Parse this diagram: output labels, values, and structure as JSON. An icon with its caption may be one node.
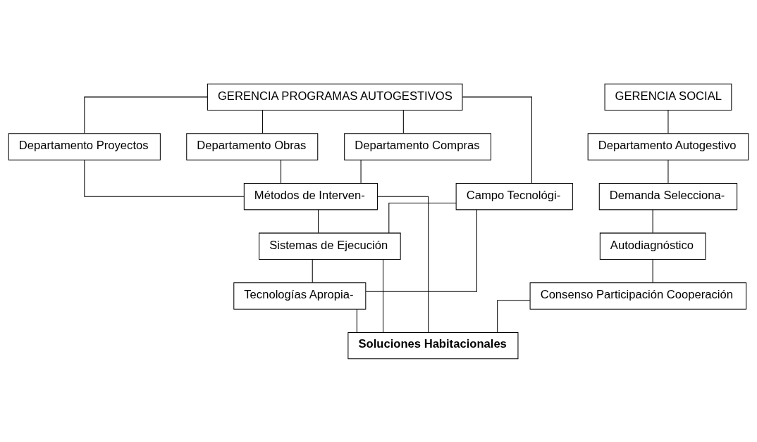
{
  "diagram": {
    "nodes": [
      {
        "text": [
          "GERENCIA SOCIAL"
        ]
      },
      {
        "text": [
          "GERENCIA PROGRAMAS AUTOGESTIVOS"
        ]
      },
      {
        "text": [
          "Departamento Autogestivo"
        ]
      },
      {
        "text": [
          "Departamento Proyectos"
        ]
      },
      {
        "text": [
          "Departamento Obras"
        ]
      },
      {
        "text": [
          "Departamento Compras"
        ]
      },
      {
        "text": [
          "Demanda Selecciona-"
        ]
      },
      {
        "text": [
          "Campo Tecnológi-"
        ]
      },
      {
        "text": [
          "Autodiagnóstico"
        ]
      },
      {
        "text": [
          "Métodos de Interven-"
        ]
      },
      {
        "text": [
          "Consenso Participación Cooperación"
        ]
      },
      {
        "text": [
          "Sistemas de Ejecución"
        ]
      },
      {
        "text": [
          "Tecnologías Apropia-"
        ]
      },
      {
        "text": [
          "Soluciones Habitacionales"
        ]
      }
    ],
    "edges": [
      {
        "from": 0,
        "to": 2,
        "arrow": "none"
      },
      {
        "from": 2,
        "to": 6,
        "arrow": "none"
      },
      {
        "from": 6,
        "to": 8,
        "arrow": "none"
      },
      {
        "from": 8,
        "to": 10,
        "arrow": "none"
      },
      {
        "from": 10,
        "to": 13,
        "arrow": "none"
      },
      {
        "from": 1,
        "to": 3,
        "arrow": "none"
      },
      {
        "from": 1,
        "to": 4,
        "arrow": "none"
      },
      {
        "from": 1,
        "to": 5,
        "arrow": "none"
      },
      {
        "from": 3,
        "to": 9,
        "arrow": "none"
      },
      {
        "from": 4,
        "to": 9,
        "arrow": "none"
      },
      {
        "from": 5,
        "to": 9,
        "arrow": "none"
      },
      {
        "from": 1,
        "to": 7,
        "arrow": "none"
      },
      {
        "from": 7,
        "to": 11,
        "arrow": "none"
      },
      {
        "from": 7,
        "to": 12,
        "arrow": "none"
      },
      {
        "from": 9,
        "to": 11,
        "arrow": "none"
      },
      {
        "from": 11,
        "to": 12,
        "arrow": "none"
      },
      {
        "from": 9,
        "to": 13,
        "arrow": "none"
      },
      {
        "from": 11,
        "to": 13,
        "arrow": "none"
      },
      {
        "from": 12,
        "to": 13,
        "arrow": "none"
      }
    ]
  }
}
